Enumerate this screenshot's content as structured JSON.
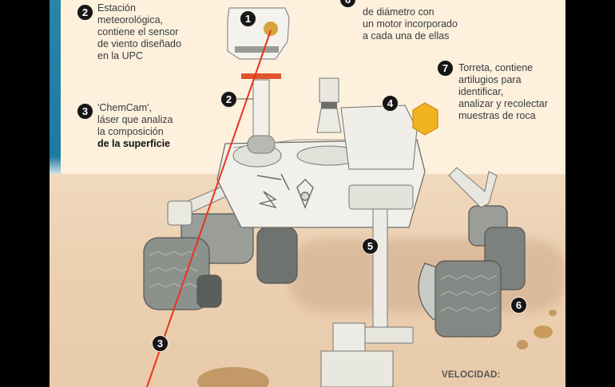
{
  "infographic": {
    "subject": "Curiosity rover",
    "callouts": [
      {
        "number": "1",
        "label": ""
      },
      {
        "number": "2",
        "label_lines": [
          "Estación",
          "meteorológica,",
          "contiene el sensor",
          "de viento diseñado",
          "en la UPC"
        ]
      },
      {
        "number": "3",
        "label_lines": [
          "'ChemCam',",
          "láser que analiza",
          "la composición"
        ],
        "label_bold": "de la superficie"
      },
      {
        "number": "4",
        "label": ""
      },
      {
        "number": "5",
        "label": ""
      },
      {
        "number": "6",
        "label_lines": [
          "de diámetro con",
          "un motor incorporado",
          "a cada una de ellas"
        ]
      },
      {
        "number": "7",
        "label_lines": [
          "Torreta, contiene",
          "artilugios para",
          "identificar,",
          "analizar y recolectar",
          "muestras de roca"
        ]
      }
    ],
    "footer_label": "VELOCIDAD:",
    "colors": {
      "background_cream": "#fdf1de",
      "ground_sand": "#ecd0b2",
      "accent_blue": "#1e7aa0",
      "laser_red": "#e8331c",
      "turret_yellow": "#f2b320",
      "badge_black": "#161616"
    }
  }
}
